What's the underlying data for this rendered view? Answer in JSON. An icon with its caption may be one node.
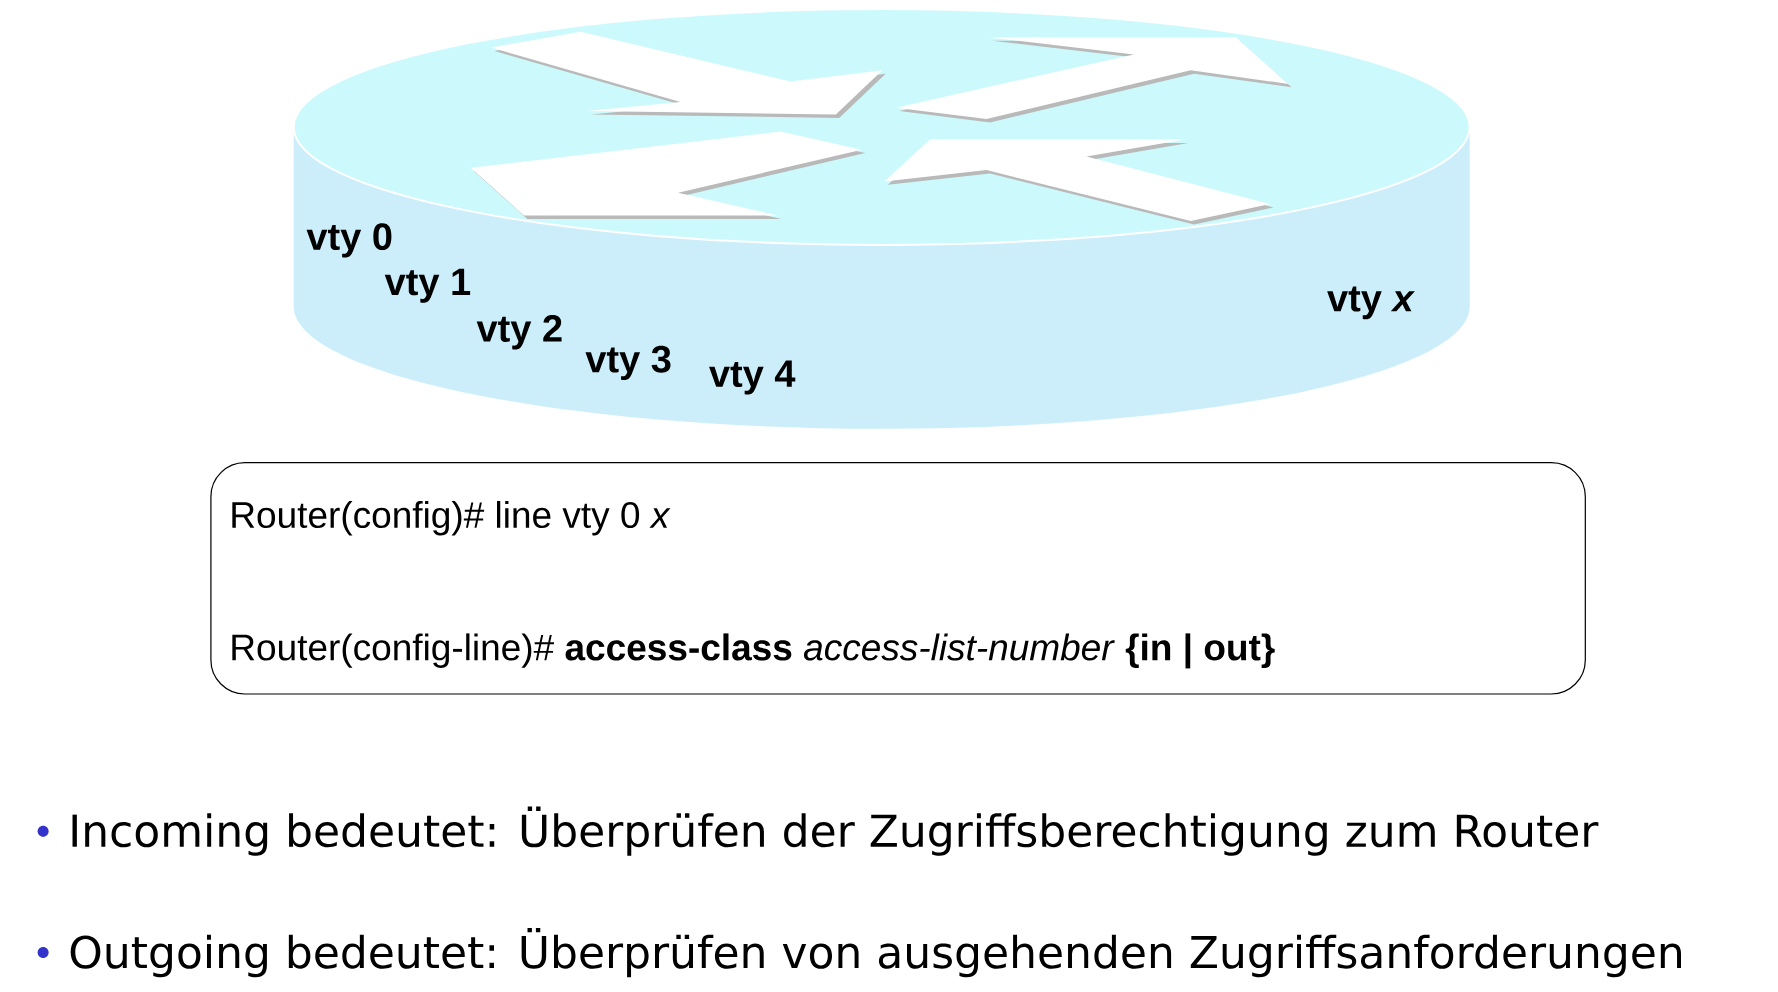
{
  "diagram": {
    "nodes": [
      {
        "text": [
          "Router(config)# line vty 0 *x*",
          "Router(config-line)# **access-class** *access-list-number* **{in | out}**"
        ]
      }
    ],
    "labels": [
      "vty 0",
      "vty 1",
      "vty 2",
      "vty 3",
      "vty 4",
      "vty *x*",
      "Incoming bedeutet: Überprüfen der Zugriffsberechtigung zum Router",
      "Outgoing bedeutet: Überprüfen von ausgehenden Zugriffsanforderungen"
    ]
  }
}
